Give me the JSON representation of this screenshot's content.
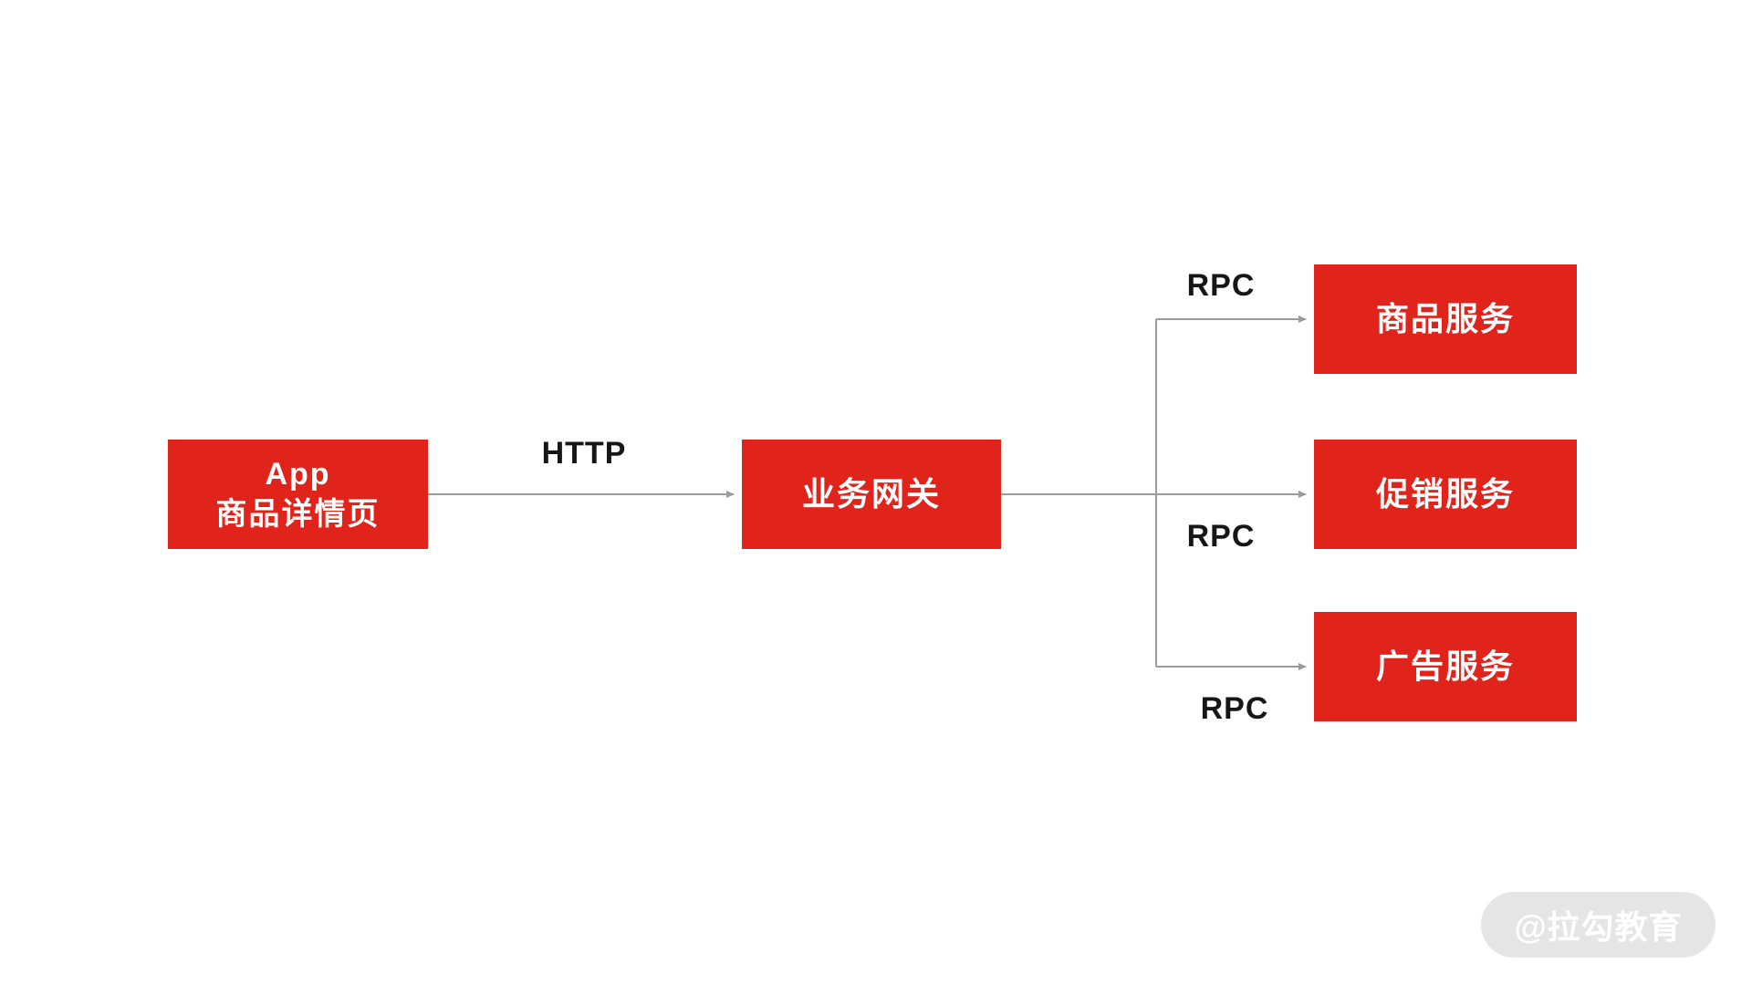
{
  "diagram": {
    "nodes": {
      "app": {
        "label_line1": "App",
        "label_line2": "商品详情页"
      },
      "gateway": {
        "label": "业务网关"
      },
      "product_service": {
        "label": "商品服务"
      },
      "promotion_service": {
        "label": "促销服务"
      },
      "ad_service": {
        "label": "广告服务"
      }
    },
    "edges": {
      "app_to_gateway": {
        "label": "HTTP"
      },
      "gateway_to_product": {
        "label": "RPC"
      },
      "gateway_to_promotion": {
        "label": "RPC"
      },
      "gateway_to_ad": {
        "label": "RPC"
      }
    },
    "colors": {
      "node_fill": "#e0241c",
      "node_text": "#ffffff",
      "edge": "#9b9b9b",
      "edge_label": "#161616",
      "watermark_bg": "#e5e5e5",
      "watermark_text": "#ffffff"
    }
  },
  "watermark": {
    "text": "@拉勾教育"
  }
}
